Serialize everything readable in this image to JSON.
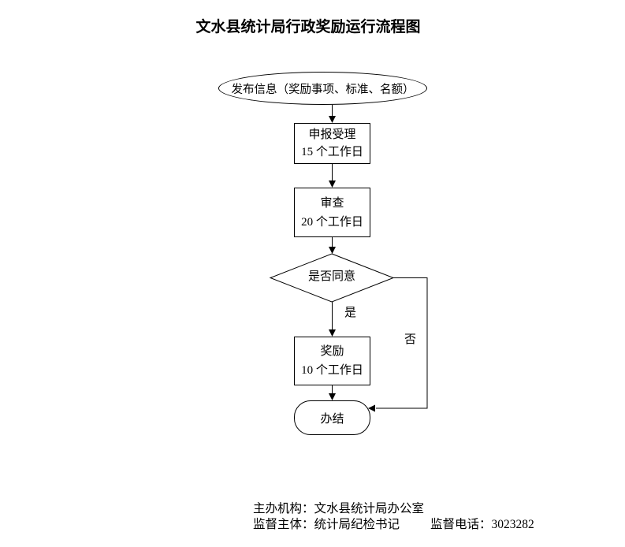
{
  "title": "文水县统计局行政奖励运行流程图",
  "flowchart": {
    "start_label": "发布信息（奖励事项、标准、名额）",
    "steps": [
      {
        "name": "申报受理",
        "duration": "15 个工作日"
      },
      {
        "name": "审查",
        "duration": "20 个工作日"
      },
      {
        "name": "奖励",
        "duration": "10 个工作日"
      }
    ],
    "decision_label": "是否同意",
    "yes_label": "是",
    "no_label": "否",
    "end_label": "办结"
  },
  "footer": {
    "organizer": "主办机构：文水县统计局办公室",
    "supervisor": "监督主体：统计局纪检书记",
    "phone": "监督电话：3023282"
  },
  "colors": {
    "line": "#000000",
    "background": "#ffffff",
    "text": "#000000"
  }
}
